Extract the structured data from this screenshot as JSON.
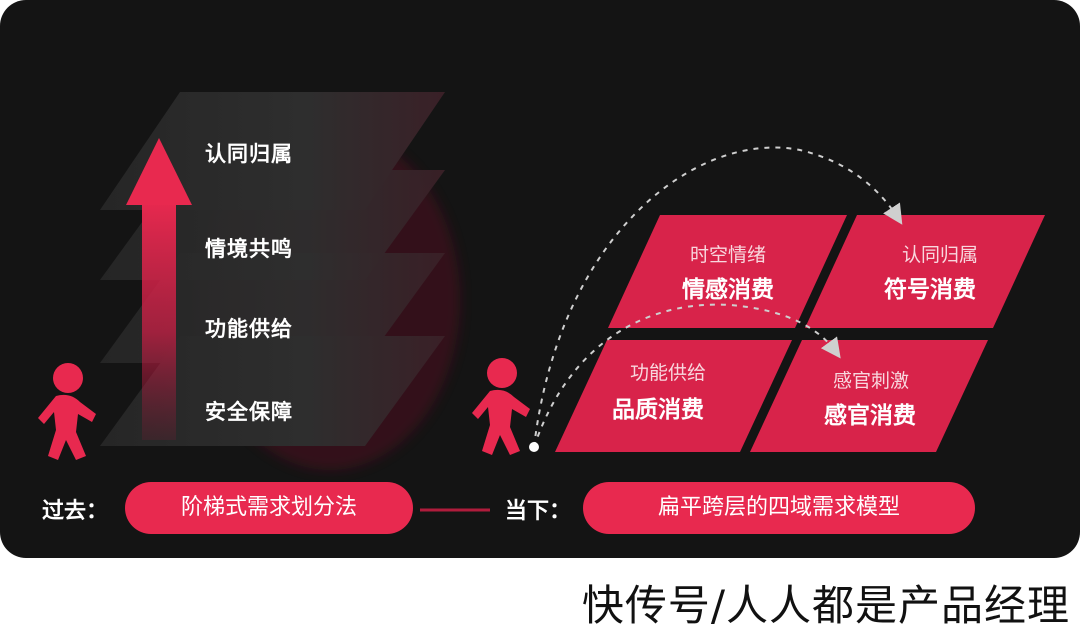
{
  "left_stack": {
    "layers": [
      "认同归属",
      "情境共鸣",
      "功能供给",
      "安全保障"
    ]
  },
  "right_grid": {
    "tiles": [
      {
        "sub": "时空情绪",
        "main": "情感消费"
      },
      {
        "sub": "认同归属",
        "main": "符号消费"
      },
      {
        "sub": "功能供给",
        "main": "品质消费"
      },
      {
        "sub": "感官刺激",
        "main": "感官消费"
      }
    ]
  },
  "captions": {
    "past_key": "过去：",
    "past_value": "阶梯式需求划分法",
    "now_key": "当下：",
    "now_value": "扁平跨层的四域需求模型"
  },
  "watermark": "快传号/人人都是产品经理",
  "colors": {
    "background": "#141414",
    "accent": "#e8294f",
    "layer": "#2a2a2a",
    "text": "#ffffff"
  },
  "icons": [
    "walking-person-icon",
    "up-arrow-icon",
    "dotted-curve-arrow-icon"
  ]
}
